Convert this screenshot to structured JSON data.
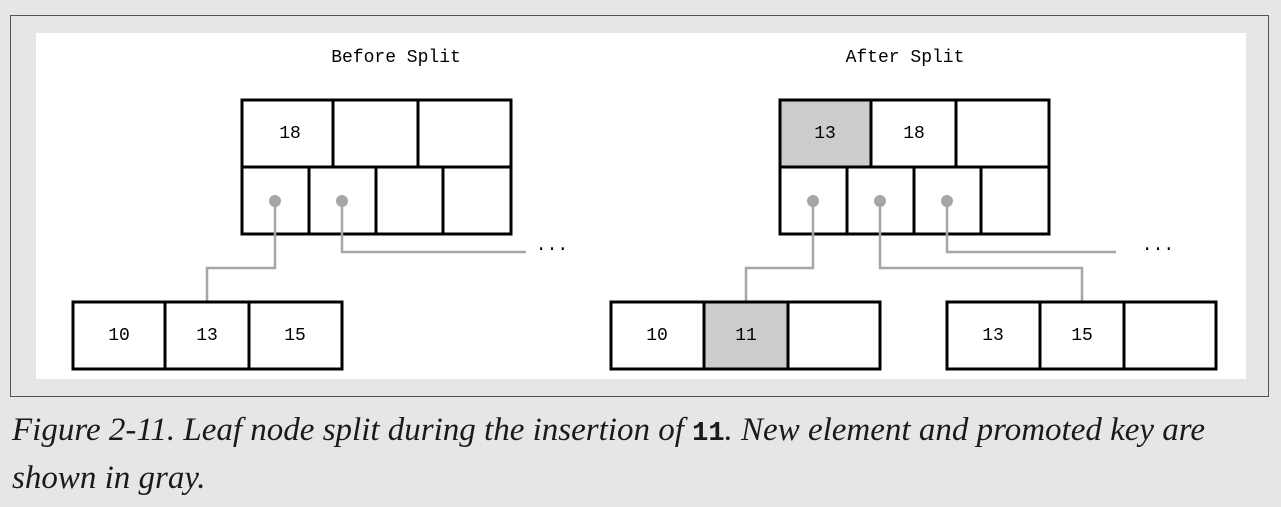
{
  "diagram": {
    "before": {
      "title": "Before Split",
      "root_keys": [
        "18",
        "",
        ""
      ],
      "continuation": "...",
      "leaf_keys": [
        "10",
        "13",
        "15"
      ]
    },
    "after": {
      "title": "After Split",
      "root_keys": [
        "13",
        "18",
        ""
      ],
      "continuation": "...",
      "left_leaf_keys": [
        "10",
        "11",
        ""
      ],
      "right_leaf_keys": [
        "13",
        "15",
        ""
      ]
    },
    "colors": {
      "highlight": "#cccccc",
      "connector": "#a6a6a6",
      "border": "#000000"
    }
  },
  "caption": {
    "prefix": "Figure 2-11. Leaf node split during the insertion of ",
    "code": "11",
    "suffix": ". New element and promoted key are shown in gray."
  }
}
